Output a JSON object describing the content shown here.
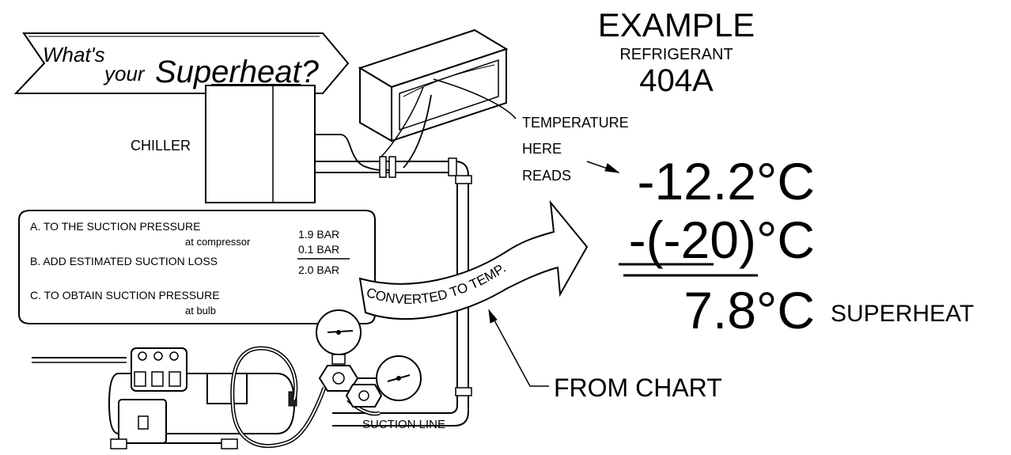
{
  "banner": {
    "whats": "What's",
    "your": "your",
    "super_prefix": "Sup",
    "super_underlined": "erheat",
    "question_mark": "?"
  },
  "labels": {
    "chiller": "CHILLER",
    "temperature_here_reads": [
      "TEMPERATURE",
      "HERE",
      "READS"
    ],
    "from_chart": "FROM CHART",
    "suction_line": "SUCTION LINE",
    "converted_to_temp": "CONVERTED TO TEMP."
  },
  "header": {
    "example": "EXAMPLE",
    "refrigerant": "REFRIGERANT",
    "refrigerant_code": "404A"
  },
  "pressure_box": {
    "step_a": "A. TO THE SUCTION PRESSURE",
    "step_a_sub": "at compressor",
    "step_b": "B. ADD ESTIMATED SUCTION LOSS",
    "step_c": "C. TO OBTAIN SUCTION PRESSURE",
    "step_c_sub": "at bulb",
    "value_a": "1.9 BAR",
    "value_b": "0.1 BAR",
    "value_c": "2.0 BAR"
  },
  "calculation": {
    "measured": "-12.2°C",
    "saturation_prefix": "-",
    "saturation_underlined": "(-20)",
    "saturation_suffix": "°C",
    "result": "7.8°C",
    "result_label": "SUPERHEAT"
  }
}
